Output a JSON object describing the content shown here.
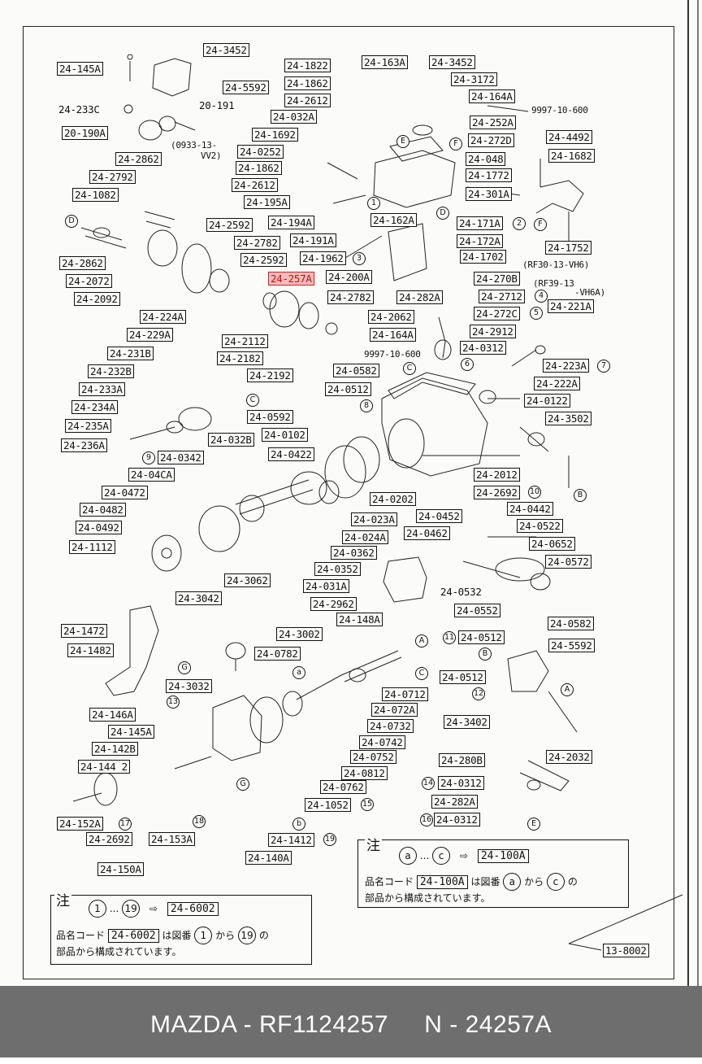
{
  "footer": {
    "brand": "MAZDA",
    "sep1": " - ",
    "part_number": "RF1124257",
    "sep2": "     N - ",
    "code": "24257A"
  },
  "diagram_ref": "13-8002",
  "labels": [
    {
      "id": "24-145A",
      "t": "24-145A"
    },
    {
      "id": "24-3452a",
      "t": "24-3452"
    },
    {
      "id": "24-5592a",
      "t": "24-5592"
    },
    {
      "id": "24-233C",
      "t": "24-233C"
    },
    {
      "id": "20-191",
      "t": "20-191"
    },
    {
      "id": "20-190A",
      "t": "20-190A"
    },
    {
      "id": "0933-13",
      "t": "(0933-13-"
    },
    {
      "id": "vv2",
      "t": "VV2)"
    },
    {
      "id": "24-2862a",
      "t": "24-2862"
    },
    {
      "id": "24-2792",
      "t": "24-2792"
    },
    {
      "id": "24-1082",
      "t": "24-1082"
    },
    {
      "id": "24-2592a",
      "t": "24-2592"
    },
    {
      "id": "24-2782a",
      "t": "24-2782"
    },
    {
      "id": "24-2592b",
      "t": "24-2592"
    },
    {
      "id": "24-2862b",
      "t": "24-2862"
    },
    {
      "id": "24-2072",
      "t": "24-2072"
    },
    {
      "id": "24-2092",
      "t": "24-2092"
    },
    {
      "id": "24-1822",
      "t": "24-1822"
    },
    {
      "id": "24-1862a",
      "t": "24-1862"
    },
    {
      "id": "24-2612a",
      "t": "24-2612"
    },
    {
      "id": "24-032A",
      "t": "24-032A"
    },
    {
      "id": "24-1692",
      "t": "24-1692"
    },
    {
      "id": "24-0252",
      "t": "24-0252"
    },
    {
      "id": "24-1862b",
      "t": "24-1862"
    },
    {
      "id": "24-2612b",
      "t": "24-2612"
    },
    {
      "id": "24-195A",
      "t": "24-195A"
    },
    {
      "id": "24-194A",
      "t": "24-194A"
    },
    {
      "id": "24-191A",
      "t": "24-191A"
    },
    {
      "id": "24-1962",
      "t": "24-1962"
    },
    {
      "id": "24-257A",
      "t": "24-257A"
    },
    {
      "id": "24-200A",
      "t": "24-200A"
    },
    {
      "id": "24-163A",
      "t": "24-163A"
    },
    {
      "id": "24-3452b",
      "t": "24-3452"
    },
    {
      "id": "24-3172",
      "t": "24-3172"
    },
    {
      "id": "24-164Aa",
      "t": "24-164A"
    },
    {
      "id": "9997a",
      "t": "9997-10-600"
    },
    {
      "id": "24-252A",
      "t": "24-252A"
    },
    {
      "id": "24-272D",
      "t": "24-272D"
    },
    {
      "id": "24-048",
      "t": "24-048"
    },
    {
      "id": "24-1772",
      "t": "24-1772"
    },
    {
      "id": "24-301A",
      "t": "24-301A"
    },
    {
      "id": "24-162A",
      "t": "24-162A"
    },
    {
      "id": "24-4492",
      "t": "24-4492"
    },
    {
      "id": "24-1682",
      "t": "24-1682"
    },
    {
      "id": "24-1752",
      "t": "24-1752"
    },
    {
      "id": "24-171A",
      "t": "24-171A"
    },
    {
      "id": "24-172A",
      "t": "24-172A"
    },
    {
      "id": "24-1702",
      "t": "24-1702"
    },
    {
      "id": "rf30",
      "t": "(RF30-13-VH6)"
    },
    {
      "id": "24-270B",
      "t": "24-270B"
    },
    {
      "id": "rf39",
      "t": "(RF39-13"
    },
    {
      "id": "vh6a",
      "t": "-VH6A)"
    },
    {
      "id": "24-282Aa",
      "t": "24-282A"
    },
    {
      "id": "24-2712",
      "t": "24-2712"
    },
    {
      "id": "24-272C",
      "t": "24-272C"
    },
    {
      "id": "24-221A",
      "t": "24-221A"
    },
    {
      "id": "24-224A",
      "t": "24-224A"
    },
    {
      "id": "24-229A",
      "t": "24-229A"
    },
    {
      "id": "24-231B",
      "t": "24-231B"
    },
    {
      "id": "24-232B",
      "t": "24-232B"
    },
    {
      "id": "24-233A",
      "t": "24-233A"
    },
    {
      "id": "24-234A",
      "t": "24-234A"
    },
    {
      "id": "24-235A",
      "t": "24-235A"
    },
    {
      "id": "24-236A",
      "t": "24-236A"
    },
    {
      "id": "24-2112",
      "t": "24-2112"
    },
    {
      "id": "24-2182",
      "t": "24-2182"
    },
    {
      "id": "24-2192",
      "t": "24-2192"
    },
    {
      "id": "24-2782b",
      "t": "24-2782"
    },
    {
      "id": "24-2062",
      "t": "24-2062"
    },
    {
      "id": "24-164Ab",
      "t": "24-164A"
    },
    {
      "id": "9997b",
      "t": "9997-10-600"
    },
    {
      "id": "24-2912",
      "t": "24-2912"
    },
    {
      "id": "24-0312a",
      "t": "24-0312"
    },
    {
      "id": "24-223A",
      "t": "24-223A"
    },
    {
      "id": "24-222A",
      "t": "24-222A"
    },
    {
      "id": "24-0582a",
      "t": "24-0582"
    },
    {
      "id": "24-0512a",
      "t": "24-0512"
    },
    {
      "id": "24-0592",
      "t": "24-0592"
    },
    {
      "id": "24-0102",
      "t": "24-0102"
    },
    {
      "id": "24-0122",
      "t": "24-0122"
    },
    {
      "id": "24-3502",
      "t": "24-3502"
    },
    {
      "id": "24-032B",
      "t": "24-032B"
    },
    {
      "id": "24-0342",
      "t": "24-0342"
    },
    {
      "id": "24-0422",
      "t": "24-0422"
    },
    {
      "id": "24-04CA",
      "t": "24-04CA"
    },
    {
      "id": "24-0472",
      "t": "24-0472"
    },
    {
      "id": "24-0482",
      "t": "24-0482"
    },
    {
      "id": "24-0492",
      "t": "24-0492"
    },
    {
      "id": "24-1112",
      "t": "24-1112"
    },
    {
      "id": "24-2012",
      "t": "24-2012"
    },
    {
      "id": "24-2692a",
      "t": "24-2692"
    },
    {
      "id": "24-0202",
      "t": "24-0202"
    },
    {
      "id": "24-023A",
      "t": "24-023A"
    },
    {
      "id": "24-0452",
      "t": "24-0452"
    },
    {
      "id": "24-0442",
      "t": "24-0442"
    },
    {
      "id": "24-024A",
      "t": "24-024A"
    },
    {
      "id": "24-0462",
      "t": "24-0462"
    },
    {
      "id": "24-0522",
      "t": "24-0522"
    },
    {
      "id": "24-0362",
      "t": "24-0362"
    },
    {
      "id": "24-0652",
      "t": "24-0652"
    },
    {
      "id": "24-0352",
      "t": "24-0352"
    },
    {
      "id": "24-0572",
      "t": "24-0572"
    },
    {
      "id": "24-031A",
      "t": "24-031A"
    },
    {
      "id": "24-0532",
      "t": "24-0532"
    },
    {
      "id": "24-2962",
      "t": "24-2962"
    },
    {
      "id": "24-0552",
      "t": "24-0552"
    },
    {
      "id": "24-148A",
      "t": "24-148A"
    },
    {
      "id": "24-3062",
      "t": "24-3062"
    },
    {
      "id": "24-3042",
      "t": "24-3042"
    },
    {
      "id": "24-0512b",
      "t": "24-0512"
    },
    {
      "id": "24-0582b",
      "t": "24-0582"
    },
    {
      "id": "24-1472",
      "t": "24-1472"
    },
    {
      "id": "24-3002",
      "t": "24-3002"
    },
    {
      "id": "24-5592b",
      "t": "24-5592"
    },
    {
      "id": "24-1482",
      "t": "24-1482"
    },
    {
      "id": "24-0782",
      "t": "24-0782"
    },
    {
      "id": "24-0512c",
      "t": "24-0512"
    },
    {
      "id": "24-3032",
      "t": "24-3032"
    },
    {
      "id": "24-0712",
      "t": "24-0712"
    },
    {
      "id": "24-146A",
      "t": "24-146A"
    },
    {
      "id": "24-072A",
      "t": "24-072A"
    },
    {
      "id": "24-3402",
      "t": "24-3402"
    },
    {
      "id": "24-145Ab",
      "t": "24-145A"
    },
    {
      "id": "24-0732",
      "t": "24-0732"
    },
    {
      "id": "24-0742",
      "t": "24-0742"
    },
    {
      "id": "24-142B",
      "t": "24-142B"
    },
    {
      "id": "24-0752",
      "t": "24-0752"
    },
    {
      "id": "24-2032",
      "t": "24-2032"
    },
    {
      "id": "24-1442",
      "t": "24-144 2"
    },
    {
      "id": "24-0812",
      "t": "24-0812"
    },
    {
      "id": "24-280B",
      "t": "24-280B"
    },
    {
      "id": "24-0762",
      "t": "24-0762"
    },
    {
      "id": "24-0312b",
      "t": "24-0312"
    },
    {
      "id": "24-152A",
      "t": "24-152A"
    },
    {
      "id": "24-1052",
      "t": "24-1052"
    },
    {
      "id": "24-282Ab",
      "t": "24-282A"
    },
    {
      "id": "24-0312c",
      "t": "24-0312"
    },
    {
      "id": "24-2692b",
      "t": "24-2692"
    },
    {
      "id": "24-153A",
      "t": "24-153A"
    },
    {
      "id": "24-1412",
      "t": "24-1412"
    },
    {
      "id": "24-150A",
      "t": "24-150A"
    },
    {
      "id": "24-140A",
      "t": "24-140A"
    }
  ],
  "circles": [
    {
      "id": "c1",
      "t": "1"
    },
    {
      "id": "c2",
      "t": "2"
    },
    {
      "id": "c3",
      "t": "3"
    },
    {
      "id": "c4",
      "t": "4"
    },
    {
      "id": "c5",
      "t": "5"
    },
    {
      "id": "c6",
      "t": "6"
    },
    {
      "id": "c7",
      "t": "7"
    },
    {
      "id": "c8",
      "t": "8"
    },
    {
      "id": "c9",
      "t": "9"
    },
    {
      "id": "c10",
      "t": "10"
    },
    {
      "id": "c11",
      "t": "11"
    },
    {
      "id": "c12",
      "t": "12"
    },
    {
      "id": "c13",
      "t": "13"
    },
    {
      "id": "c14",
      "t": "14"
    },
    {
      "id": "c15",
      "t": "15"
    },
    {
      "id": "c16",
      "t": "16"
    },
    {
      "id": "c17",
      "t": "17"
    },
    {
      "id": "c18",
      "t": "18"
    },
    {
      "id": "c19",
      "t": "19"
    },
    {
      "id": "cA1",
      "t": "A"
    },
    {
      "id": "cA2",
      "t": "A"
    },
    {
      "id": "cB1",
      "t": "B"
    },
    {
      "id": "cB2",
      "t": "B"
    },
    {
      "id": "cC1",
      "t": "C"
    },
    {
      "id": "cC2",
      "t": "C"
    },
    {
      "id": "cC3",
      "t": "C"
    },
    {
      "id": "cD1",
      "t": "D"
    },
    {
      "id": "cD2",
      "t": "D"
    },
    {
      "id": "cE1",
      "t": "E"
    },
    {
      "id": "cE2",
      "t": "E"
    },
    {
      "id": "cF1",
      "t": "F"
    },
    {
      "id": "cF2",
      "t": "F"
    },
    {
      "id": "cG1",
      "t": "G"
    },
    {
      "id": "cG2",
      "t": "G"
    },
    {
      "id": "ca",
      "t": "a"
    },
    {
      "id": "cb",
      "t": "b"
    }
  ],
  "note_right": {
    "title": "注",
    "from": "a",
    "dots": "...",
    "to": "c",
    "arrow": "⇨",
    "result": "24-100A",
    "line2_pre": "品名コード",
    "line2_code": "24-100A",
    "line2_post_a": "は図番",
    "line2_circ1": "a",
    "line2_mid": "から",
    "line2_circ2": "c",
    "line2_end": "の",
    "line3": "部品から構成されています。"
  },
  "note_left": {
    "title": "注",
    "from": "1",
    "dots": "...",
    "to": "19",
    "arrow": "⇨",
    "result": "24-6002",
    "line2_pre": "品名コード",
    "line2_code": "24-6002",
    "line2_post_a": "は図番",
    "line2_circ1": "1",
    "line2_mid": "から",
    "line2_circ2": "19",
    "line2_end": "の",
    "line3": "部品から構成されています。"
  }
}
